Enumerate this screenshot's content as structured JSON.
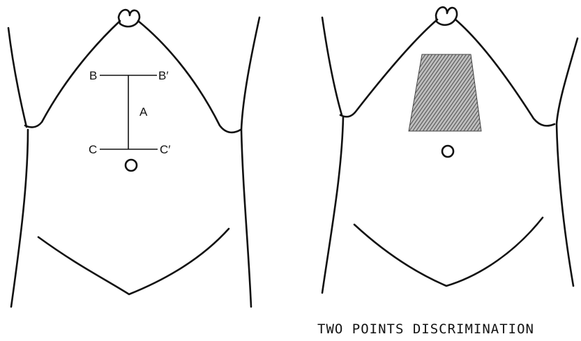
{
  "left_diagram": {
    "labels": {
      "b": "B",
      "b_prime": "B′",
      "a": "A",
      "c": "C",
      "c_prime": "C′"
    }
  },
  "right_diagram": {
    "shaded_area_fill": "#555555"
  },
  "caption": "TWO POINTS DISCRIMINATION"
}
